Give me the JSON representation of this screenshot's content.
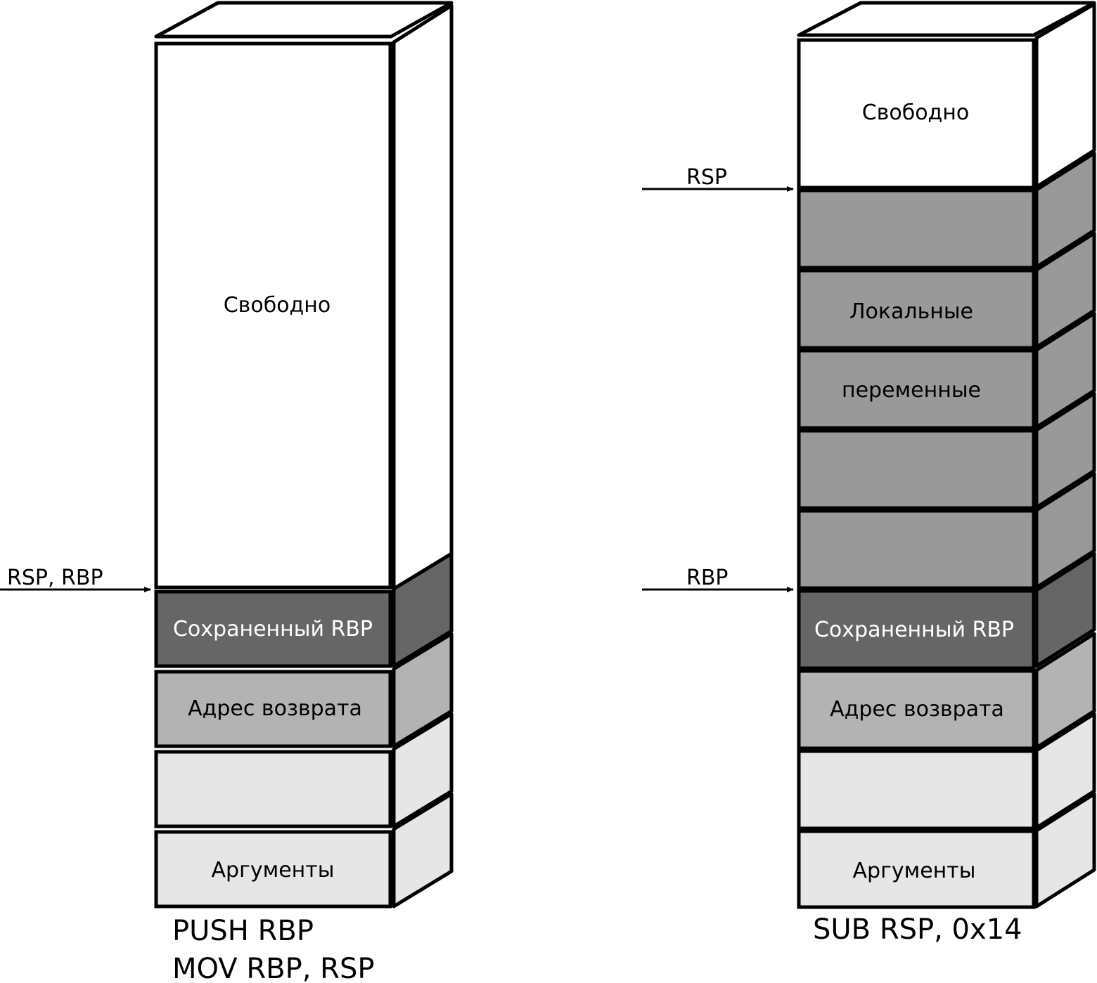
{
  "colors": {
    "free": "#ffffff",
    "saved_rbp": "#666666",
    "return_address": "#b3b3b3",
    "arguments": "#e6e6e6",
    "locals": "#999999",
    "outline": "#000000"
  },
  "left_stack": {
    "pointer_label": "RSP, RBP",
    "cells": [
      {
        "label": "Свободно",
        "fill": "free",
        "text_color": "#000000"
      },
      {
        "label": "Сохраненный RBP",
        "fill": "saved_rbp",
        "text_color": "#ffffff"
      },
      {
        "label": "Адрес возврата",
        "fill": "return_address",
        "text_color": "#000000"
      },
      {
        "label": "",
        "fill": "arguments",
        "text_color": "#000000"
      },
      {
        "label": "Аргументы",
        "fill": "arguments",
        "text_color": "#000000"
      }
    ],
    "code_lines": [
      "PUSH RBP",
      "MOV RBP, RSP"
    ]
  },
  "right_stack": {
    "rsp_label": "RSP",
    "rbp_label": "RBP",
    "cells": [
      {
        "label": "Свободно",
        "fill": "free",
        "text_color": "#000000"
      },
      {
        "label": "",
        "fill": "locals",
        "text_color": "#000000"
      },
      {
        "label": "Локальные",
        "fill": "locals",
        "text_color": "#000000"
      },
      {
        "label": "переменные",
        "fill": "locals",
        "text_color": "#000000"
      },
      {
        "label": "",
        "fill": "locals",
        "text_color": "#000000"
      },
      {
        "label": "",
        "fill": "locals",
        "text_color": "#000000"
      },
      {
        "label": "Сохраненный RBP",
        "fill": "saved_rbp",
        "text_color": "#ffffff"
      },
      {
        "label": "Адрес возврата",
        "fill": "return_address",
        "text_color": "#000000"
      },
      {
        "label": "",
        "fill": "arguments",
        "text_color": "#000000"
      },
      {
        "label": "Аргументы",
        "fill": "arguments",
        "text_color": "#000000"
      }
    ],
    "code_lines": [
      "SUB RSP, 0x14"
    ]
  }
}
